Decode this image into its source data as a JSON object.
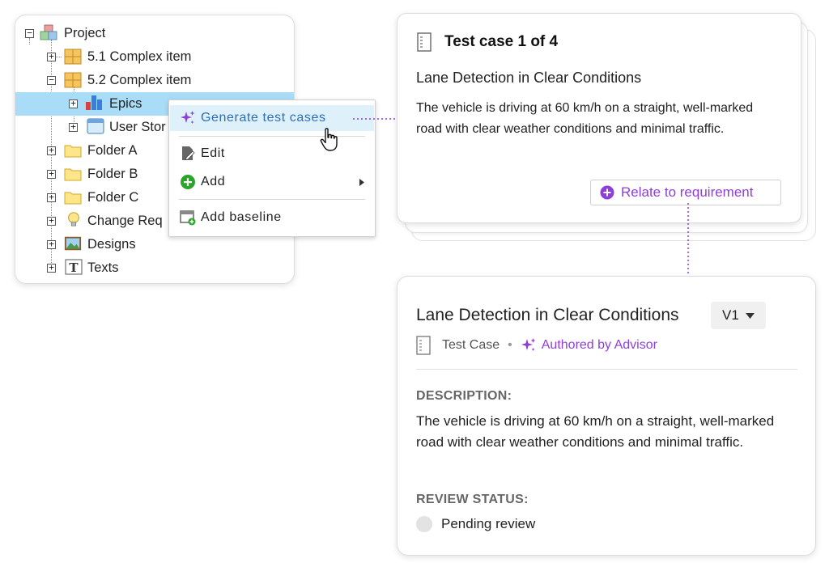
{
  "tree": {
    "items": [
      {
        "label": "Project",
        "icon": "project-icon"
      },
      {
        "label": "5.1 Complex item",
        "icon": "complex-item-icon"
      },
      {
        "label": "5.2 Complex item",
        "icon": "complex-item-icon"
      },
      {
        "label": "Epics",
        "icon": "epics-icon"
      },
      {
        "label": "User Stor",
        "icon": "window-icon"
      },
      {
        "label": "Folder A",
        "icon": "folder-icon"
      },
      {
        "label": "Folder B",
        "icon": "folder-icon"
      },
      {
        "label": "Folder C",
        "icon": "folder-icon"
      },
      {
        "label": "Change Req",
        "icon": "lightbulb-icon"
      },
      {
        "label": "Designs",
        "icon": "image-icon"
      },
      {
        "label": "Texts",
        "icon": "text-icon"
      }
    ]
  },
  "context_menu": {
    "generate_label": "Generate test cases",
    "edit_label": "Edit",
    "add_label": "Add",
    "add_baseline_label": "Add baseline"
  },
  "test_case_card": {
    "header": "Test case 1 of 4",
    "name": "Lane Detection in Clear Conditions",
    "description": "The vehicle is driving at 60 km/h on a straight, well-marked road with clear weather conditions and minimal traffic.",
    "relate_label": "Relate to requirement"
  },
  "detail": {
    "title": "Lane Detection in Clear Conditions",
    "version": "V1",
    "type": "Test Case",
    "separator": "•",
    "authored_by": "Authored by Advisor",
    "description_heading": "DESCRIPTION:",
    "description": "The vehicle is driving at 60 km/h on a straight, well-marked road with clear weather conditions and minimal traffic.",
    "review_heading": "REVIEW STATUS:",
    "review_status": "Pending review"
  },
  "colors": {
    "accent_purple": "#8e3fd8",
    "menu_active_text": "#2d6db5",
    "selected_row": "#a9dcf7",
    "add_green": "#2aa52a"
  }
}
